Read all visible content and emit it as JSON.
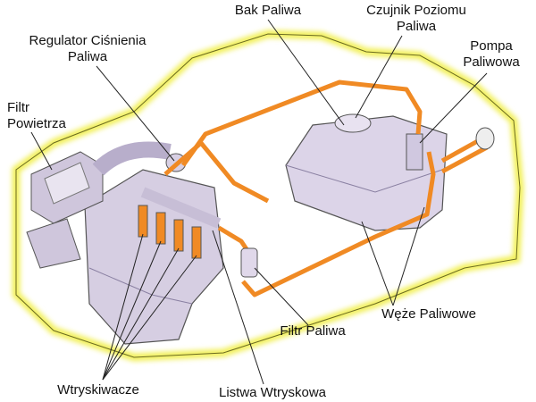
{
  "labels": {
    "fuel_tank": "Bak Paliwa",
    "level_sensor_1": "Czujnik Poziomu",
    "level_sensor_2": "Paliwa",
    "pressure_regulator_1": "Regulator Ciśnienia",
    "pressure_regulator_2": "Paliwa",
    "fuel_pump_1": "Pompa",
    "fuel_pump_2": "Paliwowa",
    "air_filter_1": "Filtr",
    "air_filter_2": "Powietrza",
    "fuel_filter": "Filtr Paliwa",
    "fuel_hoses": "Węże Paliwowe",
    "injectors": "Wtryskiwacze",
    "fuel_rail": "Listwa Wtryskowa"
  },
  "colors": {
    "fuel_line": "#f08a24",
    "car_glow": "#f2f05a",
    "component": "#d8d0e4",
    "component_shade": "#9a90b0"
  }
}
